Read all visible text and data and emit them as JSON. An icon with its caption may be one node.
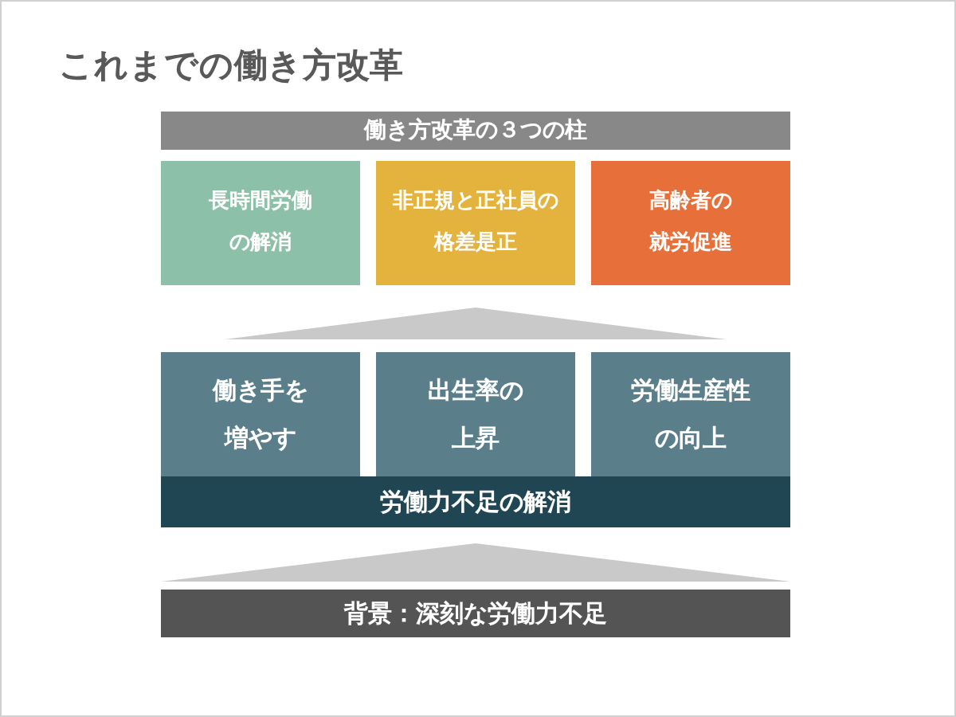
{
  "diagram": {
    "title": "これまでの働き方改革",
    "nodes": [
      {
        "text": [
          "働き方改革の３つの柱"
        ]
      },
      {
        "text": [
          "長時間労働の解消"
        ]
      },
      {
        "text": [
          "非正規と正社員の格差是正"
        ]
      },
      {
        "text": [
          "高齢者の就労促進"
        ]
      },
      {
        "text": [],
        "shape": "triangle"
      },
      {
        "text": [
          "働き手を増やす"
        ]
      },
      {
        "text": [
          "出生率の上昇"
        ]
      },
      {
        "text": [
          "労働生産性の向上"
        ]
      },
      {
        "text": [
          "労働力不足の解消"
        ]
      },
      {
        "text": [],
        "shape": "triangle"
      },
      {
        "text": [
          "背景：深刻な労働力不足"
        ]
      }
    ]
  }
}
